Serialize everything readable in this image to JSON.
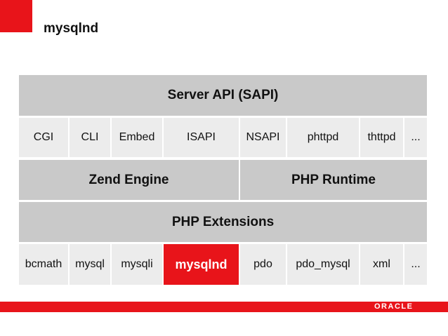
{
  "header": {
    "title": "mysqlnd"
  },
  "colors": {
    "accent": "#e8141a",
    "band": "#c9c9c9",
    "cell": "#ececec"
  },
  "layers": {
    "sapi": {
      "label": "Server API (SAPI)"
    },
    "sapi_items": [
      "CGI",
      "CLI",
      "Embed",
      "ISAPI",
      "NSAPI",
      "phttpd",
      "thttpd",
      "..."
    ],
    "zend": {
      "label": "Zend Engine"
    },
    "runtime": {
      "label": "PHP Runtime"
    },
    "extensions": {
      "label": "PHP Extensions"
    },
    "extension_items": [
      "bcmath",
      "mysql",
      "mysqli",
      "mysqlnd",
      "pdo",
      "pdo_mysql",
      "xml",
      "..."
    ],
    "highlighted_extension": "mysqlnd"
  },
  "footer": {
    "logo_text": "ORACLE"
  }
}
